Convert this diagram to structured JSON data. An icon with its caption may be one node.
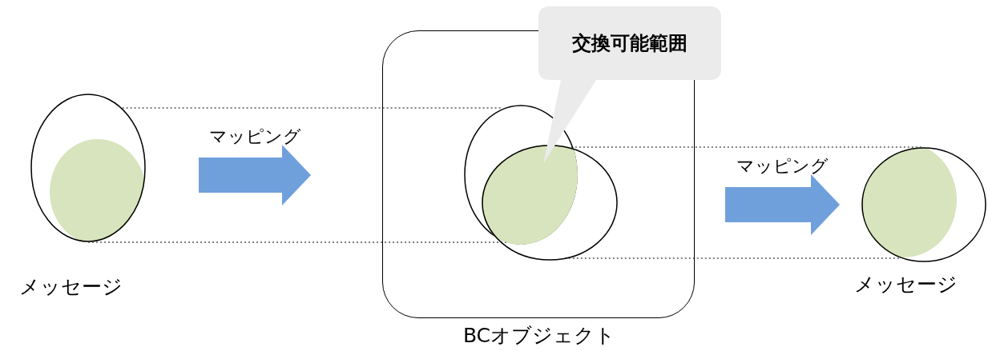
{
  "diagram": {
    "nodes": [
      {
        "text": [
          "メッセージ"
        ]
      },
      {
        "text": [
          "BCオブジェクト"
        ]
      },
      {
        "text": [
          "交換可能範囲"
        ]
      },
      {
        "text": [
          "メッセージ"
        ]
      },
      {
        "text": [],
        "shape": "circle",
        "in": 1
      },
      {
        "text": [],
        "shape": "circle",
        "in": 1
      }
    ],
    "edges": [
      {
        "from": 0,
        "to": 1,
        "arrow": "to",
        "label": "マッピング",
        "style": "thick",
        "color": "#6fa0dc"
      },
      {
        "from": 1,
        "to": 3,
        "arrow": "to",
        "label": "マッピング",
        "style": "thick",
        "color": "#6fa0dc"
      },
      {
        "from": 0,
        "to": 4,
        "arrow": "none",
        "style": "dashed"
      },
      {
        "from": 0,
        "to": 4,
        "arrow": "none",
        "style": "dashed"
      },
      {
        "from": 5,
        "to": 3,
        "arrow": "none",
        "style": "dashed"
      },
      {
        "from": 5,
        "to": 3,
        "arrow": "none",
        "style": "dashed"
      }
    ]
  }
}
